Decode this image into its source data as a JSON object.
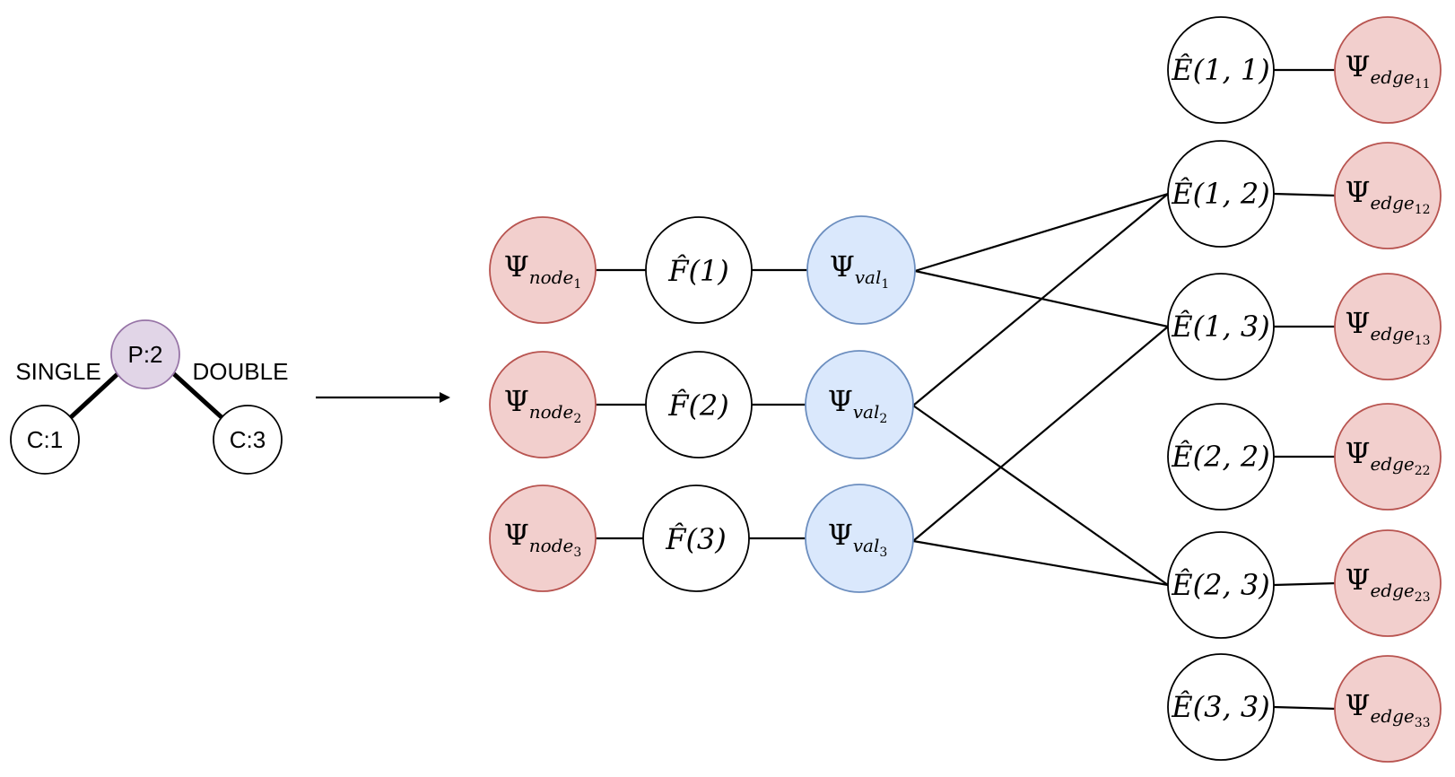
{
  "colors": {
    "psi_node_fill": "#f2cfcd",
    "psi_node_stroke": "#b85450",
    "psi_val_fill": "#dae8fc",
    "psi_val_stroke": "#6c8ebf",
    "center_atom_fill": "#e1d5e7",
    "center_atom_stroke": "#9673a6"
  },
  "molecule": {
    "center": "P:2",
    "left": "C:1",
    "right": "C:3",
    "left_bond": "SINGLE",
    "right_bond": "DOUBLE"
  },
  "psi_nodes": [
    {
      "base": "Ψ",
      "sub": "node",
      "subsub": "1"
    },
    {
      "base": "Ψ",
      "sub": "node",
      "subsub": "2"
    },
    {
      "base": "Ψ",
      "sub": "node",
      "subsub": "3"
    }
  ],
  "f_nodes": [
    {
      "text": "F̂(1)"
    },
    {
      "text": "F̂(2)"
    },
    {
      "text": "F̂(3)"
    }
  ],
  "psi_vals": [
    {
      "base": "Ψ",
      "sub": "val",
      "subsub": "1"
    },
    {
      "base": "Ψ",
      "sub": "val",
      "subsub": "2"
    },
    {
      "base": "Ψ",
      "sub": "val",
      "subsub": "3"
    }
  ],
  "e_nodes": [
    {
      "text": "Ê(1, 1)"
    },
    {
      "text": "Ê(1, 2)"
    },
    {
      "text": "Ê(1, 3)"
    },
    {
      "text": "Ê(2, 2)"
    },
    {
      "text": "Ê(2, 3)"
    },
    {
      "text": "Ê(3, 3)"
    }
  ],
  "psi_edges": [
    {
      "base": "Ψ",
      "sub": "edge",
      "subsub": "11"
    },
    {
      "base": "Ψ",
      "sub": "edge",
      "subsub": "12"
    },
    {
      "base": "Ψ",
      "sub": "edge",
      "subsub": "13"
    },
    {
      "base": "Ψ",
      "sub": "edge",
      "subsub": "22"
    },
    {
      "base": "Ψ",
      "sub": "edge",
      "subsub": "23"
    },
    {
      "base": "Ψ",
      "sub": "edge",
      "subsub": "33"
    }
  ]
}
